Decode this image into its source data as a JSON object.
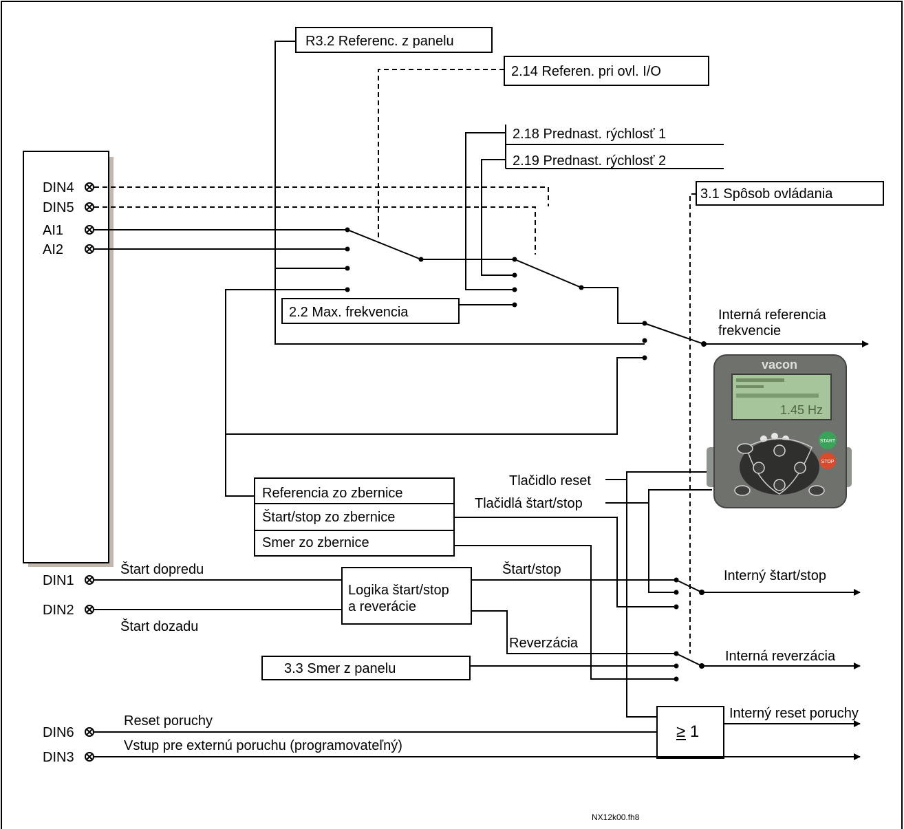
{
  "terminals": {
    "din4": "DIN4",
    "din5": "DIN5",
    "ai1": "AI1",
    "ai2": "AI2",
    "din1": "DIN1",
    "din2": "DIN2",
    "din6": "DIN6",
    "din3": "DIN3"
  },
  "parameters": {
    "panel_reference": "R3.2 Referenc. z panelu",
    "io_reference": "2.14 Referen. pri ovl. I/O",
    "preset_speed_1": "2.18 Prednast. rýchlosť 1",
    "preset_speed_2": "2.19 Prednast. rýchlosť 2",
    "control_place": "3.1 Spôsob ovládania",
    "max_frequency": "2.2 Max. frekvencia",
    "panel_direction": "3.3 Smer z panelu"
  },
  "fieldbus": {
    "reference": "Referencia zo zbernice",
    "start_stop": "Štart/stop zo zbernice",
    "direction": "Smer zo zbernice"
  },
  "logic": {
    "line1": "Logika štart/stop",
    "line2": "a reverácie",
    "or_gate": "≥ 1"
  },
  "signals": {
    "start_forward": "Štart dopredu",
    "start_reverse": "Štart dozadu",
    "start_stop": "Štart/stop",
    "reversal": "Reverzácia",
    "fault_reset": "Reset poruchy",
    "external_fault": "Vstup pre externú poruchu (programovateľný)",
    "reset_button": "Tlačidlo reset",
    "start_stop_buttons": "Tlačidlá štart/stop"
  },
  "outputs": {
    "internal_reference_line1": "Interná referencia",
    "internal_reference_line2": "frekvencie",
    "internal_start_stop": "Interný štart/stop",
    "internal_reversal": "Interná reverzácia",
    "internal_fault_reset": "Interný reset poruchy"
  },
  "keypad": {
    "brand": "vacon",
    "display_value": "1.45 Hz",
    "start_label": "START",
    "stop_label": "STOP"
  },
  "footer_code": "NX12k00.fh8"
}
